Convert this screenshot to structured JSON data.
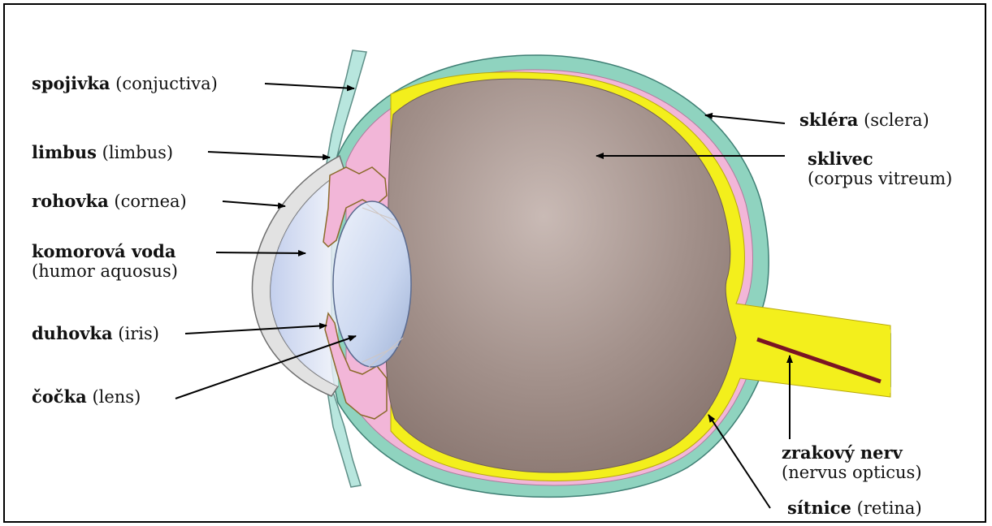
{
  "labels": {
    "spojivka": {
      "name": "spojivka",
      "latin": "(conjuctiva)"
    },
    "limbus": {
      "name": "limbus",
      "latin": "(limbus)"
    },
    "rohovka": {
      "name": "rohovka",
      "latin": "(cornea)"
    },
    "komorova": {
      "name": "komorová voda",
      "latin": "(humor aquosus)"
    },
    "duhovka": {
      "name": "duhovka",
      "latin": "(iris)"
    },
    "cocka": {
      "name": "čočka",
      "latin": "(lens)"
    },
    "sklera": {
      "name": "skléra",
      "latin": "(sclera)"
    },
    "sklivec": {
      "name": "sklivec",
      "latin": "(corpus vitreum)"
    },
    "nerv": {
      "name": "zrakový nerv",
      "latin": "(nervus opticus)"
    },
    "sitnice": {
      "name": "sítnice",
      "latin": "(retina)"
    }
  },
  "colors": {
    "sclera": "#8fd3bf",
    "choroid": "#f2b6d8",
    "retina": "#f3ef1c",
    "vitreous": "#a3918b",
    "lens": "#c9d6ef",
    "cornea": "#e2e2e2",
    "optic_nerve_core": "#7a1424",
    "arrow": "#000000"
  }
}
